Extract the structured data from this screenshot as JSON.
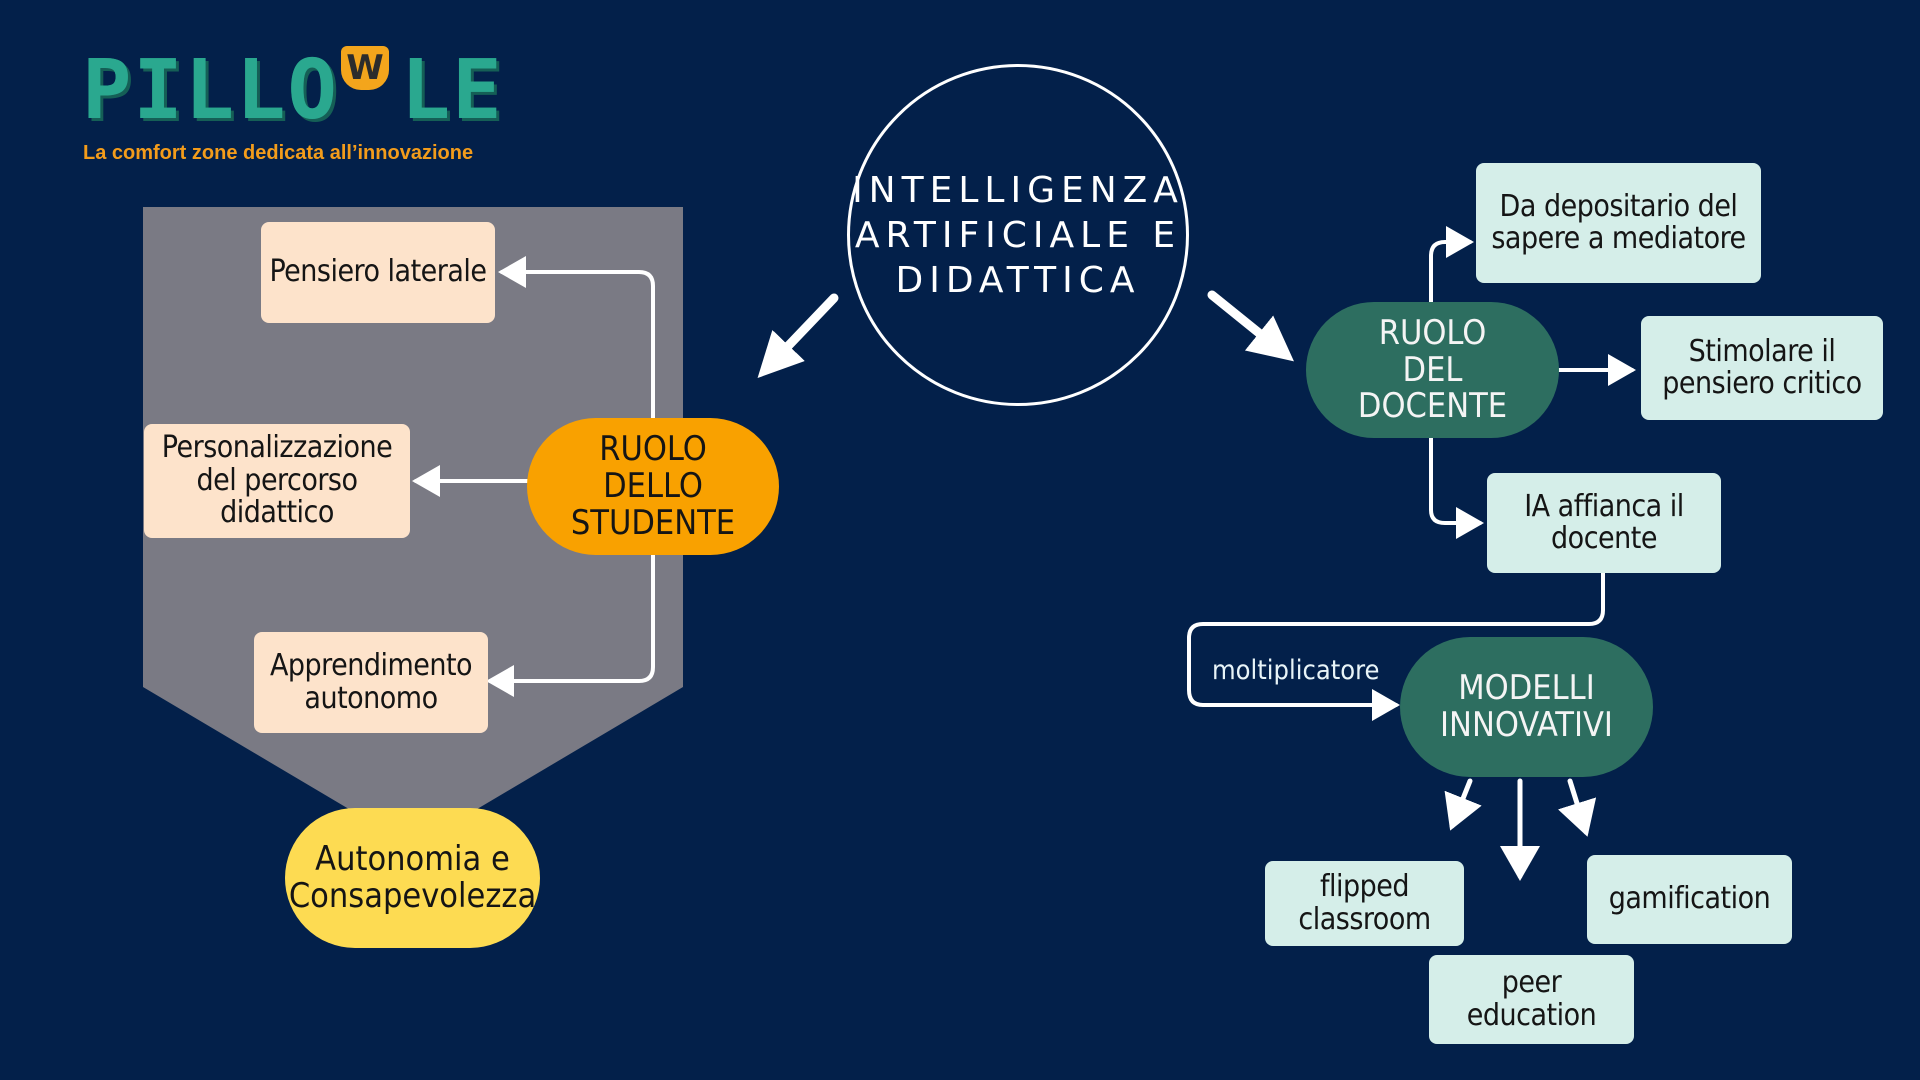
{
  "logo": {
    "word_left": "PILLO",
    "word_w": "W",
    "word_right": "LE",
    "tagline": "La comfort zone dedicata all’innovazione"
  },
  "center": {
    "line1": "INTELLIGENZA",
    "line2": "ARTIFICIALE E",
    "line3": "DIDATTICA"
  },
  "student": {
    "hub": "RUOLO DELLO STUDENTE",
    "items": [
      "Pensiero laterale",
      "Personalizzazione del percorso didattico",
      "Apprendimento autonomo"
    ],
    "outcome": "Autonomia e Consapevolezza"
  },
  "teacher": {
    "hub": "RUOLO DEL DOCENTE",
    "items": [
      "Da depositario del sapere a mediatore",
      "Stimolare il pensiero critico",
      "IA affianca il docente"
    ],
    "edge_label": "moltiplicatore",
    "models_hub": "MODELLI INNOVATIVI",
    "models": [
      "flipped classroom",
      "gamification",
      "peer education"
    ]
  },
  "colors": {
    "background": "#03204a",
    "panel": "#7a7a84",
    "orange": "#f9a100",
    "yellow": "#fddb52",
    "teal": "#2d6e60",
    "peach": "#fde3cb",
    "mint": "#d5eee9",
    "logo_teal": "#2aa88f",
    "logo_orange": "#f39c1b"
  }
}
